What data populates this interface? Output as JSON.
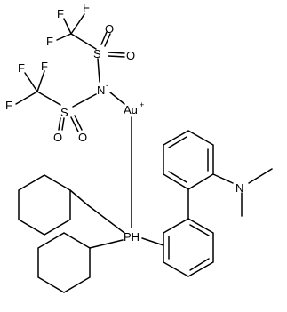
{
  "atoms": {
    "f1": "F",
    "f2": "F",
    "f3": "F",
    "s1": "S",
    "o1": "O",
    "o2": "O",
    "n": "N",
    "n_charge": "-",
    "au": "Au",
    "au_charge": "+",
    "f4": "F",
    "f5": "F",
    "f6": "F",
    "s2": "S",
    "o3": "O",
    "o4": "O",
    "nme2_n": "N",
    "p": "PH"
  }
}
